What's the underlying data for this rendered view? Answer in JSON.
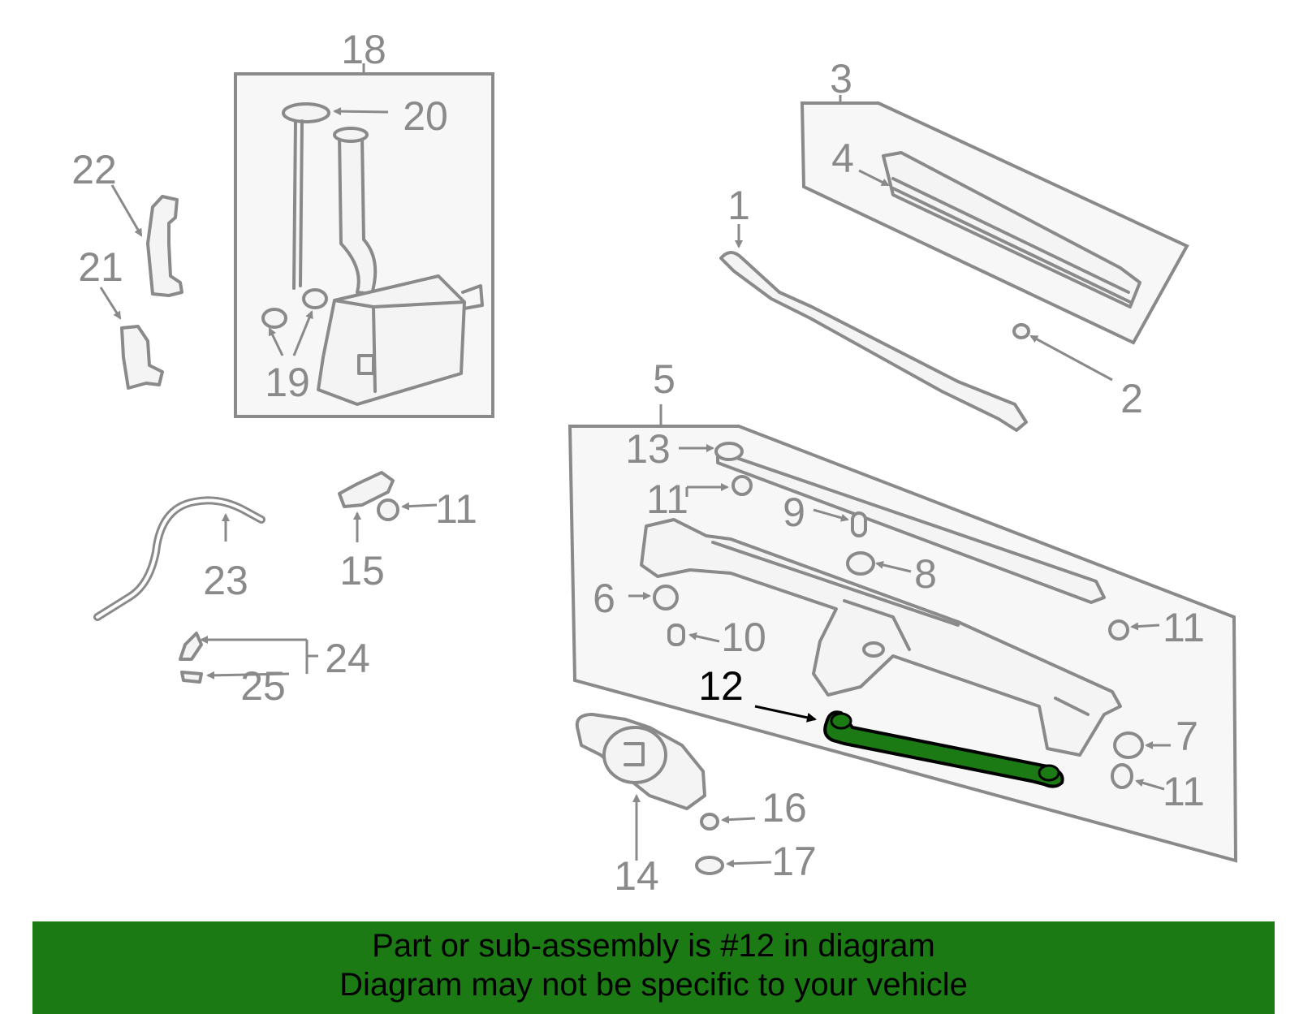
{
  "callouts": {
    "c1": "1",
    "c2": "2",
    "c3": "3",
    "c4": "4",
    "c5": "5",
    "c6": "6",
    "c7": "7",
    "c8": "8",
    "c9": "9",
    "c10": "10",
    "c11a": "11",
    "c11b": "11",
    "c11c": "11",
    "c11d": "11",
    "c12": "12",
    "c13": "13",
    "c14": "14",
    "c15": "15",
    "c16": "16",
    "c17": "17",
    "c18": "18",
    "c19": "19",
    "c20": "20",
    "c21": "21",
    "c22": "22",
    "c23": "23",
    "c24": "24",
    "c25": "25"
  },
  "highlight": {
    "part": "12",
    "color": "#1b7a14"
  },
  "banner": {
    "line1": "Part or sub-assembly is #12 in diagram",
    "line2": "Diagram may not be specific to your vehicle",
    "background": "#1b7a14"
  }
}
